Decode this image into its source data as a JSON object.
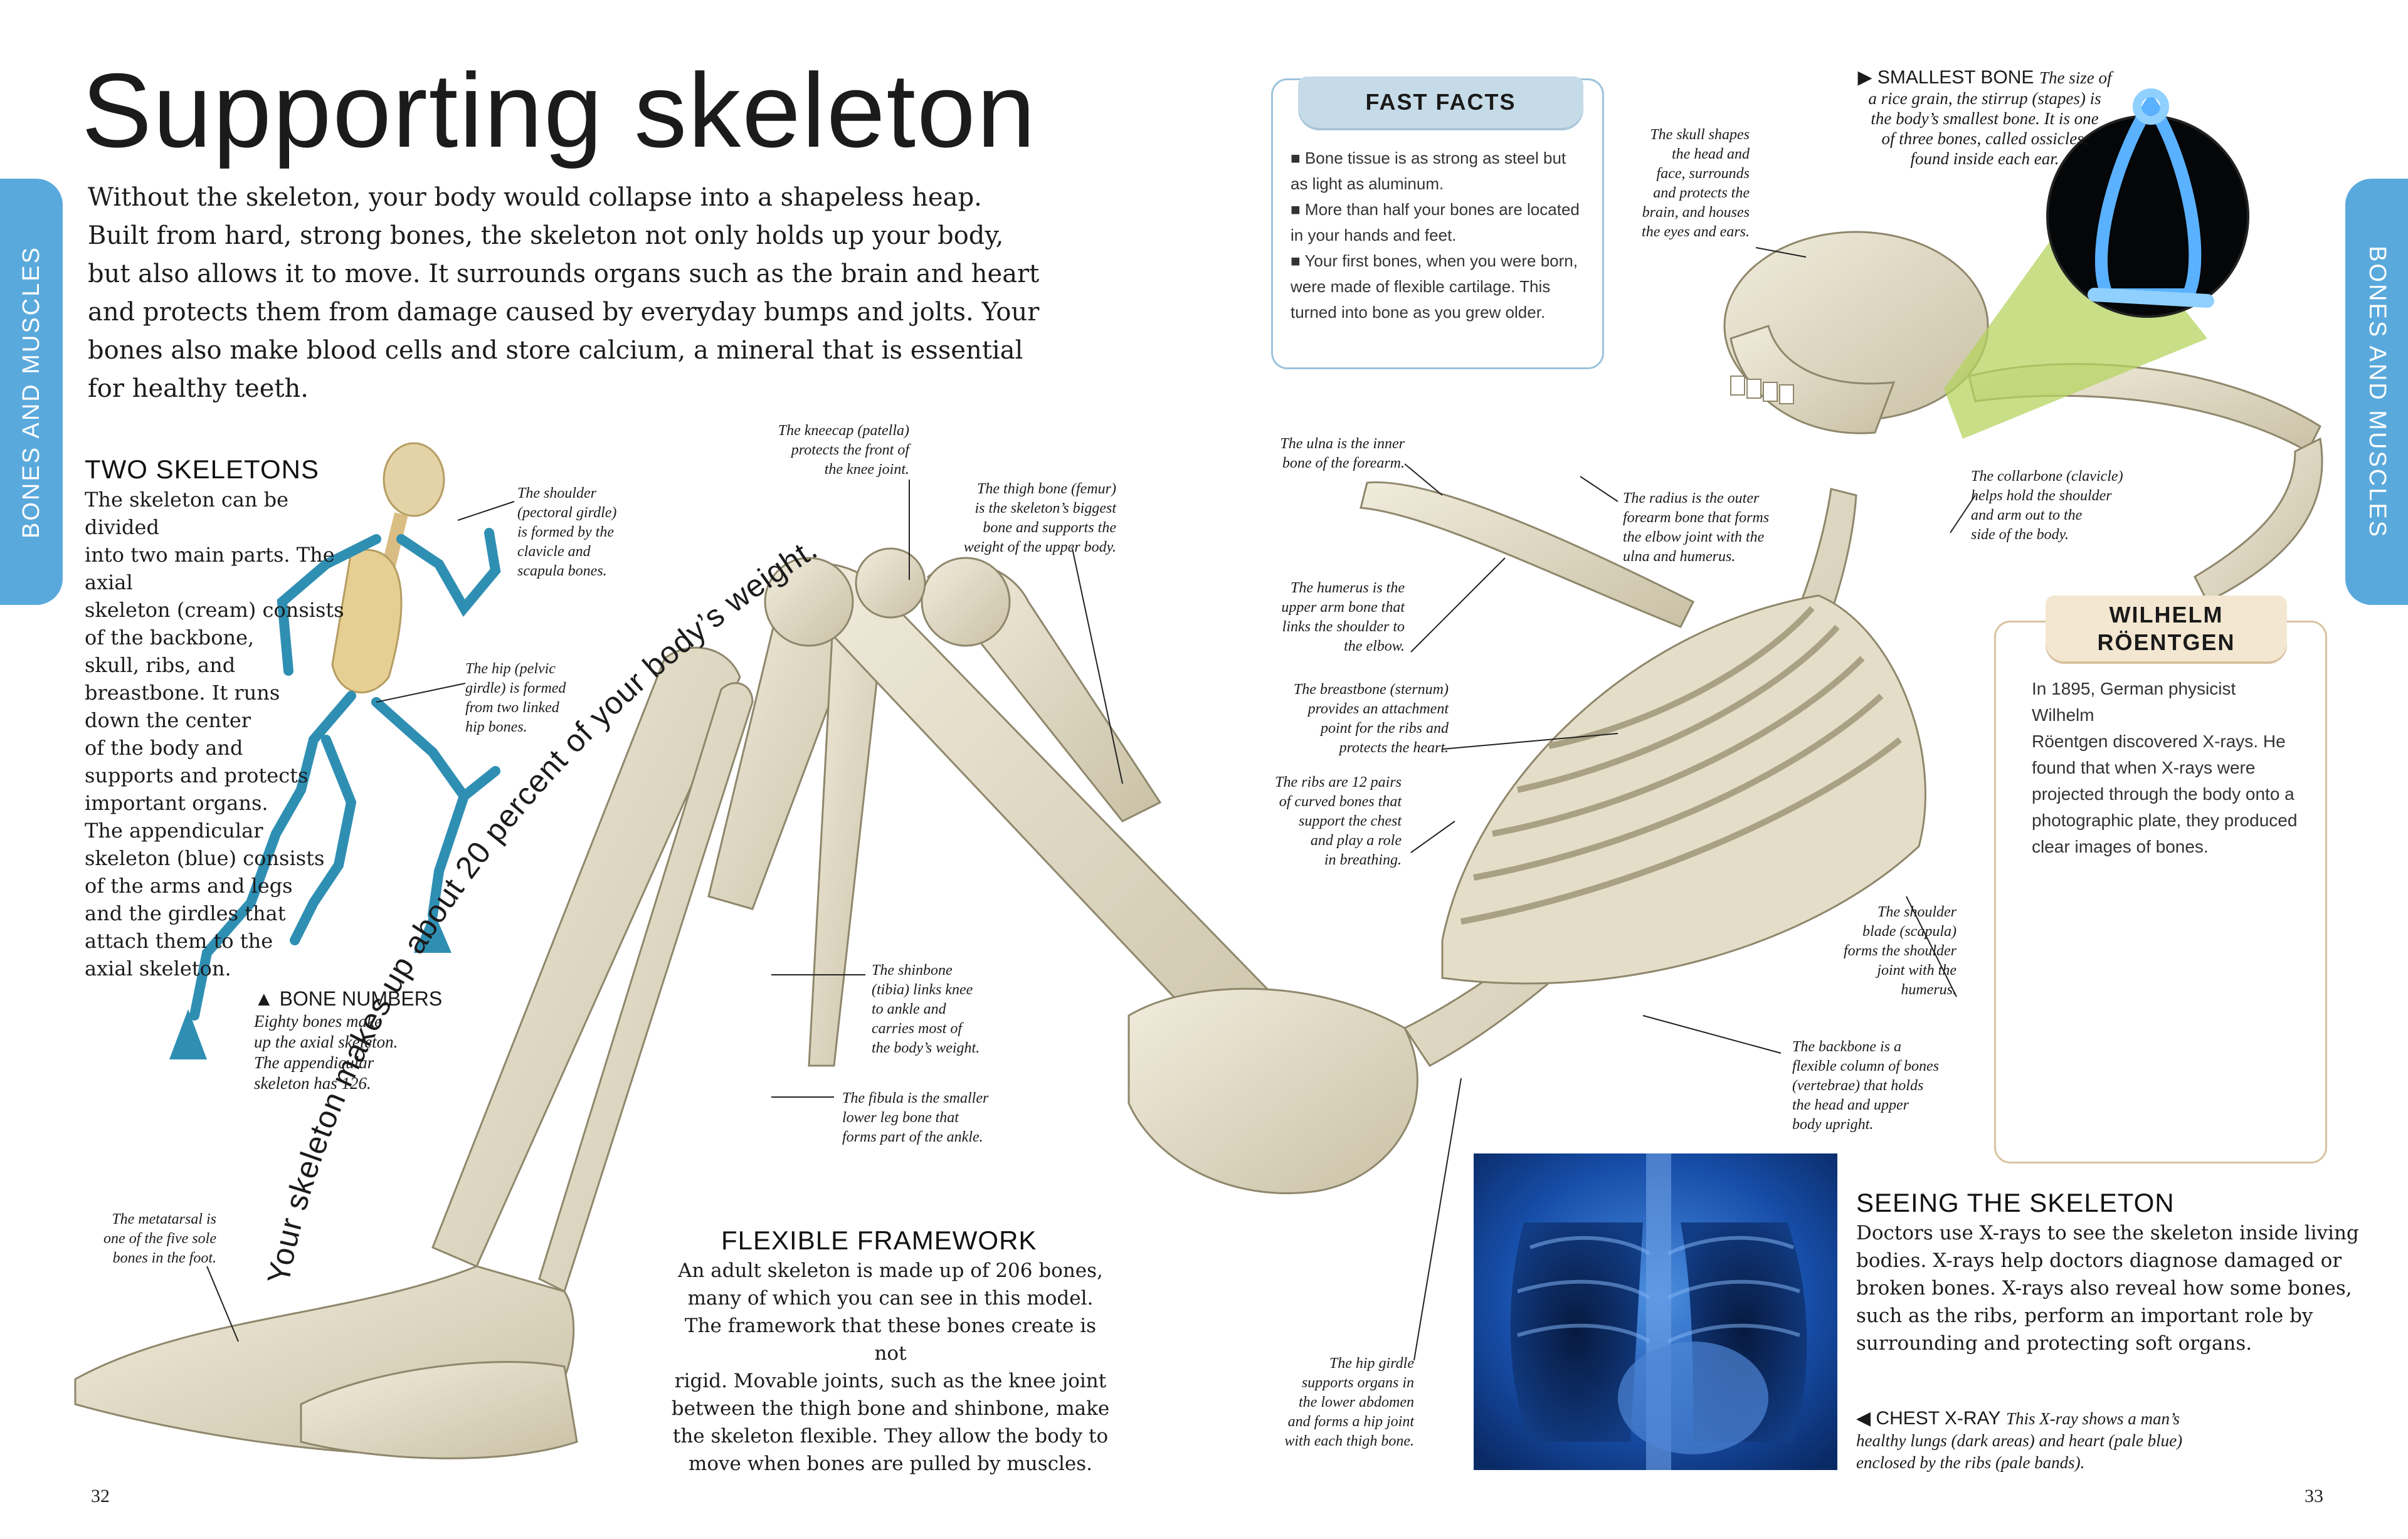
{
  "title": "Supporting skeleton",
  "intro": "Without the skeleton, your body would collapse into a shapeless heap. Built from hard, strong bones, the skeleton not only holds up your body, but also allows it to move. It surrounds organs such as the brain and heart and protects them from damage caused by everyday bumps and jolts. Your bones also make blood cells and store calcium, a mineral that is essential for healthy teeth.",
  "side_tab_label": "BONES AND MUSCLES",
  "two_skeletons": {
    "heading": "TWO SKELETONS",
    "lines": [
      "The skeleton can be divided",
      "into two main parts. The axial",
      "skeleton (cream) consists",
      "of the backbone,",
      "skull, ribs, and",
      "breastbone. It runs",
      "down the center",
      "of the body and",
      "supports and protects",
      "important organs.",
      "The appendicular",
      "skeleton (blue) consists",
      "of the arms and legs",
      "and the girdles that",
      "attach them to the",
      "axial skeleton."
    ]
  },
  "bone_numbers": {
    "heading": "▲ BONE NUMBERS",
    "lines": [
      "Eighty bones make",
      "up the axial skeleton.",
      "The appendicular",
      "skeleton has 126."
    ]
  },
  "arc_text": "Your skeleton makes up about 20 percent of your body’s weight.",
  "flexible_framework": {
    "heading": "FLEXIBLE FRAMEWORK",
    "lines": [
      "An adult skeleton is made up of 206 bones,",
      "many of which you can see in this model.",
      "The framework that these bones create is not",
      "rigid. Movable joints, such as the knee joint",
      "between the thigh bone and shinbone, make",
      "the skeleton flexible. They allow the body to",
      "move when bones are pulled by muscles."
    ]
  },
  "fast_facts": {
    "heading": "FAST FACTS",
    "items": [
      [
        "■  Bone tissue is as strong as steel but",
        "as light as aluminum."
      ],
      [
        "■  More than half your bones are located",
        "in your hands and feet."
      ],
      [
        "■  Your first bones, when you were born,",
        "were made of flexible cartilage. This",
        "turned into bone as you grew older."
      ]
    ]
  },
  "smallest_bone": {
    "heading": "▶ SMALLEST BONE",
    "lines": [
      "The size of",
      "a rice grain, the stirrup (stapes) is",
      "the body’s smallest bone. It is one",
      "of three bones, called ossicles,",
      "found inside each ear."
    ]
  },
  "roentgen": {
    "heading_line1": "WILHELM",
    "heading_line2": "RÖENTGEN",
    "lines": [
      "In 1895, German physicist Wilhelm",
      "Röentgen discovered X-rays. He",
      "found that when X-rays were",
      "projected through the body onto a",
      "photographic plate, they produced",
      "clear images of bones."
    ]
  },
  "seeing": {
    "heading": "SEEING THE SKELETON",
    "lines": [
      "Doctors use X-rays to see the skeleton inside living",
      "bodies. X-rays help doctors diagnose damaged or",
      "broken bones. X-rays also reveal how some bones,",
      "such as the ribs, perform an important role by",
      "surrounding and protecting soft organs."
    ]
  },
  "chest_xray": {
    "heading": "◀ CHEST X-RAY",
    "lines": [
      "This X-ray shows a man’s",
      "healthy lungs (dark areas) and heart (pale blue)",
      "enclosed by the ribs (pale bands)."
    ]
  },
  "labels": {
    "shoulder": [
      "The shoulder",
      "(pectoral girdle)",
      "is formed by the",
      "clavicle and",
      "scapula bones."
    ],
    "hip": [
      "The hip (pelvic",
      "girdle) is formed",
      "from two linked",
      "hip bones."
    ],
    "kneecap": [
      "The kneecap (patella)",
      "protects the front of",
      "the knee joint."
    ],
    "thigh": [
      "The thigh bone (femur)",
      "is the skeleton’s biggest",
      "bone and supports the",
      "weight of the upper body."
    ],
    "skull": [
      "The skull shapes",
      "the head and",
      "face, surrounds",
      "and protects the",
      "brain, and houses",
      "the eyes and ears."
    ],
    "ulna": [
      "The ulna is the inner",
      "bone of the forearm."
    ],
    "radius": [
      "The radius is the outer",
      "forearm bone that forms",
      "the elbow joint with the",
      "ulna and humerus."
    ],
    "collarbone": [
      "The collarbone (clavicle)",
      "helps hold the shoulder",
      "and arm out to the",
      "side of the body."
    ],
    "humerus": [
      "The humerus is the",
      "upper arm bone that",
      "links the shoulder to",
      "the elbow."
    ],
    "breastbone": [
      "The breastbone (sternum)",
      "provides an attachment",
      "point for the ribs and",
      "protects the heart."
    ],
    "ribs": [
      "The ribs are 12 pairs",
      "of curved bones that",
      "support the chest",
      "and play a role",
      "in breathing."
    ],
    "scapula": [
      "The shoulder",
      "blade (scapula)",
      "forms the shoulder",
      "joint with the",
      "humerus."
    ],
    "shinbone": [
      "The shinbone",
      "(tibia) links knee",
      "to ankle and",
      "carries most of",
      "the body’s weight."
    ],
    "fibula": [
      "The fibula is the smaller",
      "lower leg bone that",
      "forms part of the ankle."
    ],
    "backbone": [
      "The backbone is a",
      "flexible column of bones",
      "(vertebrae) that holds",
      "the head and upper",
      "body upright."
    ],
    "metatarsal": [
      "The metatarsal is",
      "one of the five sole",
      "bones in the foot."
    ],
    "hip_girdle": [
      "The hip girdle",
      "supports organs in",
      "the lower abdomen",
      "and forms a hip joint",
      "with each thigh bone."
    ]
  },
  "page_left": "32",
  "page_right": "33",
  "colors": {
    "tab_blue": "#5aa9dc",
    "bone_cream": "#e6e0cc",
    "appendicular_blue": "#2f8fb3",
    "xray_blue": "#1d5fc4"
  }
}
